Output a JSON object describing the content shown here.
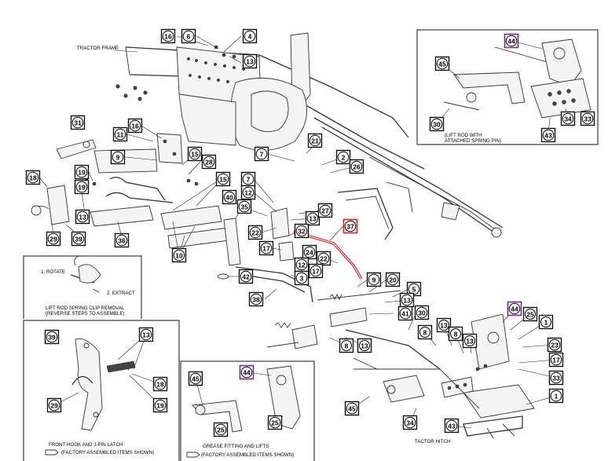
{
  "labels": {
    "tractor_frame": "TRACTOR FRAME",
    "lift_rod_caption_1": "(LIFT ROD WITH",
    "lift_rod_caption_2": "ATTACHED SPRING PIN)",
    "step_rotate": "1. ROTATE",
    "step_extract": "2. EXTRACT",
    "clip_removal_1": "LIFT ROD SPRING CLIP REMOVAL",
    "clip_removal_2": "(REVERSE STEPS TO ASSEMBLE)",
    "front_hook_1": "FRONT HOOK AND J-PIN LATCH",
    "front_hook_2": "(FACTORY ASSEMBLED ITEMS SHOWN)",
    "grease_1": "GREASE FITTING AND LIFTS",
    "grease_2": "(FACTORY ASSEMBLED ITEMS SHOWN)",
    "tractor_hitch": "TACTOR HITCH"
  },
  "colors": {
    "highlight_red": "#d42020",
    "callout_purple": "#7a2a8a",
    "line": "#333333"
  },
  "callouts": [
    {
      "n": "16"
    },
    {
      "n": "6"
    },
    {
      "n": "4"
    },
    {
      "n": "13"
    },
    {
      "n": "31"
    },
    {
      "n": "11"
    },
    {
      "n": "16"
    },
    {
      "n": "9"
    },
    {
      "n": "15"
    },
    {
      "n": "28"
    },
    {
      "n": "18"
    },
    {
      "n": "19"
    },
    {
      "n": "19"
    },
    {
      "n": "13"
    },
    {
      "n": "29"
    },
    {
      "n": "39"
    },
    {
      "n": "36"
    },
    {
      "n": "7"
    },
    {
      "n": "21"
    },
    {
      "n": "2"
    },
    {
      "n": "26"
    },
    {
      "n": "15"
    },
    {
      "n": "7"
    },
    {
      "n": "12"
    },
    {
      "n": "40"
    },
    {
      "n": "35"
    },
    {
      "n": "13"
    },
    {
      "n": "27"
    },
    {
      "n": "37"
    },
    {
      "n": "22"
    },
    {
      "n": "32"
    },
    {
      "n": "10"
    },
    {
      "n": "17"
    },
    {
      "n": "24"
    },
    {
      "n": "22"
    },
    {
      "n": "12"
    },
    {
      "n": "17"
    },
    {
      "n": "42"
    },
    {
      "n": "3"
    },
    {
      "n": "9"
    },
    {
      "n": "20"
    },
    {
      "n": "38"
    },
    {
      "n": "5"
    },
    {
      "n": "13"
    },
    {
      "n": "41"
    },
    {
      "n": "30"
    },
    {
      "n": "8"
    },
    {
      "n": "13"
    },
    {
      "n": "8"
    },
    {
      "n": "13"
    },
    {
      "n": "8"
    },
    {
      "n": "13"
    },
    {
      "n": "44"
    },
    {
      "n": "25"
    },
    {
      "n": "1"
    },
    {
      "n": "23"
    },
    {
      "n": "17"
    },
    {
      "n": "33"
    },
    {
      "n": "1"
    },
    {
      "n": "45"
    },
    {
      "n": "34"
    },
    {
      "n": "43"
    },
    {
      "n": "44"
    },
    {
      "n": "45"
    },
    {
      "n": "30"
    },
    {
      "n": "34"
    },
    {
      "n": "33"
    },
    {
      "n": "43"
    },
    {
      "n": "39"
    },
    {
      "n": "13"
    },
    {
      "n": "18"
    },
    {
      "n": "29"
    },
    {
      "n": "19"
    },
    {
      "n": "44"
    },
    {
      "n": "45"
    },
    {
      "n": "25"
    },
    {
      "n": "25"
    }
  ]
}
